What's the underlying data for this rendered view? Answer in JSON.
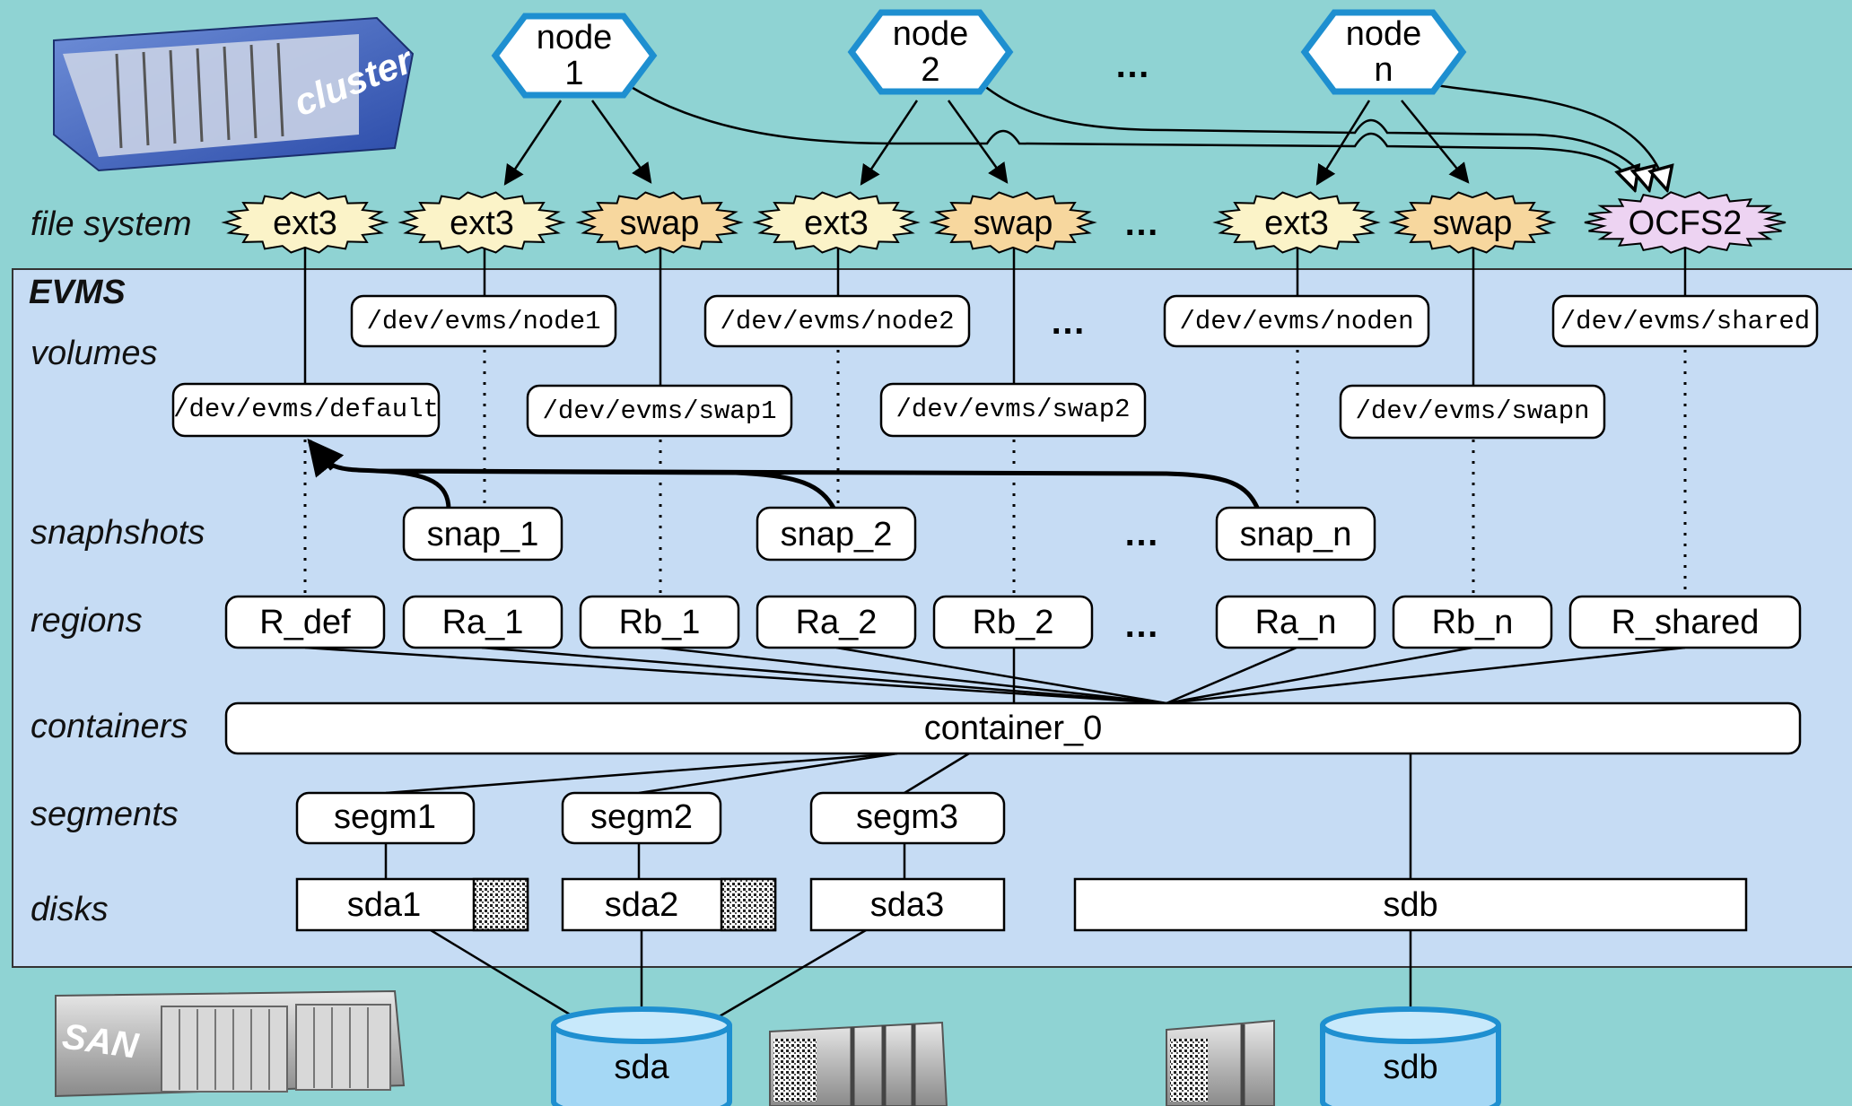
{
  "colors": {
    "background": "#8fd3d3",
    "evms_panel": "#c6dcf4",
    "box_fill": "#ffffff",
    "fs_ext3": "#fbf3c8",
    "fs_swap": "#f7d79e",
    "fs_ocfs2": "#edd3f2",
    "node_fill": "#ffffff",
    "node_stroke": "#1e8fd0",
    "disk_fill": "#a5d8f5",
    "disk_stroke": "#1e8fd0"
  },
  "hardware": {
    "cluster_label": "cluster",
    "san_label": "SAN"
  },
  "nodes": [
    {
      "line1": "node",
      "line2": "1"
    },
    {
      "line1": "node",
      "line2": "2"
    },
    {
      "line1": "node",
      "line2": "n"
    }
  ],
  "nodes_ellipsis": "…",
  "labels": {
    "file_system": "file system",
    "evms": "EVMS",
    "volumes": "volumes",
    "snapshots": "snaphshots",
    "regions": "regions",
    "containers": "containers",
    "segments": "segments",
    "disks": "disks"
  },
  "filesystems": [
    "ext3",
    "ext3",
    "swap",
    "ext3",
    "swap",
    "ext3",
    "swap",
    "OCFS2"
  ],
  "fs_ellipsis": "…",
  "volumes_top": [
    "/dev/evms/node1",
    "/dev/evms/node2",
    "/dev/evms/noden",
    "/dev/evms/shared"
  ],
  "volumes_bottom": [
    "/dev/evms/default",
    "/dev/evms/swap1",
    "/dev/evms/swap2",
    "/dev/evms/swapn"
  ],
  "volumes_ellipsis": "…",
  "snapshots": [
    "snap_1",
    "snap_2",
    "snap_n"
  ],
  "snapshots_ellipsis": "…",
  "regions": [
    "R_def",
    "Ra_1",
    "Rb_1",
    "Ra_2",
    "Rb_2",
    "Ra_n",
    "Rb_n",
    "R_shared"
  ],
  "regions_ellipsis": "…",
  "container": "container_0",
  "segments": [
    "segm1",
    "segm2",
    "segm3"
  ],
  "disks": [
    "sda1",
    "sda2",
    "sda3",
    "sdb"
  ],
  "physical_disks": [
    "sda",
    "sdb"
  ]
}
